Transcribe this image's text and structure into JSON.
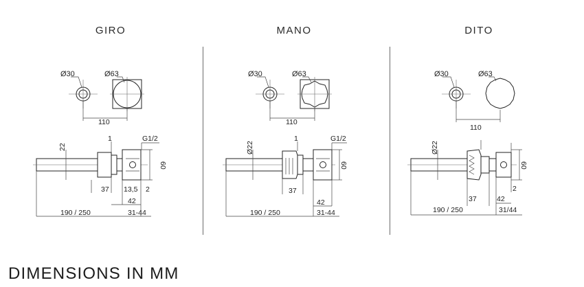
{
  "caption": "DIMENSIONS IN MM",
  "panels": [
    {
      "title": "GIRO",
      "labels": {
        "d_small": "Ø30",
        "d_large": "Ø63",
        "spacing": "110",
        "pipe_d": "22",
        "gap": "1",
        "thread": "G1/2",
        "height": "60",
        "depth_a": "37",
        "depth_b": "13,5",
        "depth_c": "2",
        "depth_d": "42",
        "length": "190 / 250",
        "wall": "31-44"
      }
    },
    {
      "title": "MANO",
      "labels": {
        "d_small": "Ø30",
        "d_large": "Ø63",
        "spacing": "110",
        "pipe_d": "Ø22",
        "gap": "1",
        "thread": "G1/2",
        "height": "60",
        "depth_a": "37",
        "depth_d": "42",
        "length": "190 / 250",
        "wall": "31-44"
      }
    },
    {
      "title": "DITO",
      "labels": {
        "d_small": "Ø30",
        "d_large": "Ø63",
        "spacing": "110",
        "pipe_d": "Ø22",
        "height": "60",
        "depth_a": "37",
        "depth_c": "2",
        "depth_d": "42",
        "length": "190 / 250",
        "wall": "31/44"
      }
    }
  ]
}
